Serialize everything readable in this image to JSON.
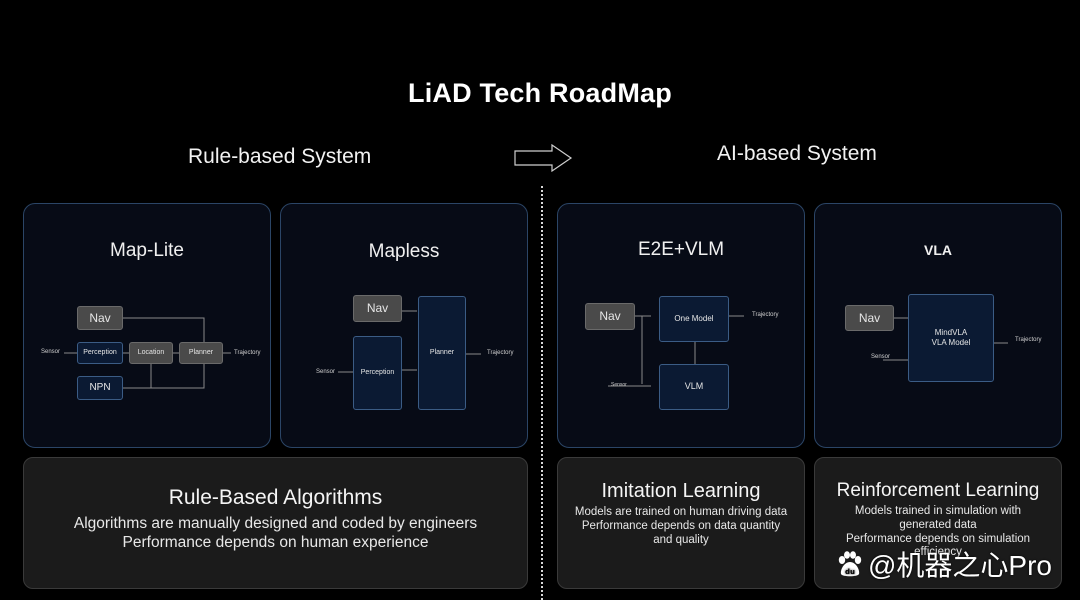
{
  "title": "LiAD Tech RoadMap",
  "sections": {
    "left": "Rule-based System",
    "right": "AI-based System",
    "arrow_icon": "right-arrow-icon"
  },
  "cards": [
    {
      "title": "Map-Lite",
      "nodes": {
        "nav": "Nav",
        "perception": "Perception",
        "location": "Location",
        "planner": "Planner",
        "npn": "NPN"
      },
      "labels": {
        "input": "Sensor",
        "output": "Trajectory"
      }
    },
    {
      "title": "Mapless",
      "nodes": {
        "nav": "Nav",
        "perception": "Perception",
        "planner": "Planner"
      },
      "labels": {
        "input": "Sensor",
        "output": "Trajectory"
      }
    },
    {
      "title": "E2E+VLM",
      "nodes": {
        "nav": "Nav",
        "model": "One Model",
        "vlm": "VLM"
      },
      "labels": {
        "input": "Sensor",
        "output": "Trajectory"
      }
    },
    {
      "title": "VLA",
      "nodes": {
        "nav": "Nav",
        "model_line1": "MindVLA",
        "model_line2": "VLA Model"
      },
      "labels": {
        "input": "Sensor",
        "output": "Trajectory"
      }
    }
  ],
  "bottom": [
    {
      "heading": "Rule-Based Algorithms",
      "lines": [
        "Algorithms are manually designed and coded by engineers",
        "Performance depends on human experience"
      ]
    },
    {
      "heading": "Imitation Learning",
      "lines": [
        "Models are trained on human driving data",
        "Performance depends on data quantity",
        "and quality"
      ]
    },
    {
      "heading": "Reinforcement Learning",
      "lines": [
        "Models trained in simulation with",
        "generated data",
        "Performance depends on simulation",
        "efficiency"
      ]
    }
  ],
  "watermark": {
    "icon": "baidu-paw-icon",
    "text": "@机器之心Pro"
  }
}
